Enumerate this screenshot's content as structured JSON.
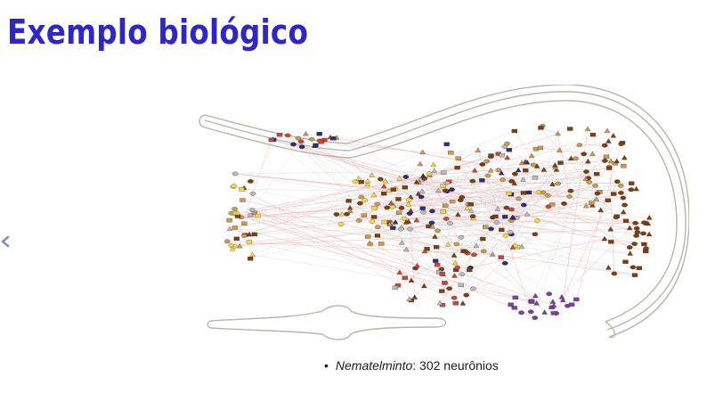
{
  "slide": {
    "title": "Exemplo biológico",
    "caption": {
      "bullet": "•",
      "term": "Nematelminto",
      "rest": ": 302 neurônios"
    }
  },
  "colors": {
    "title": "#2e26c8",
    "nav_arrow": "#8c8fae",
    "worm_outline": "#b8b3ad",
    "node_brown": "#7b3f16",
    "node_tan": "#c99a55",
    "node_yellow": "#f0d84a",
    "node_navy": "#2b2f7a",
    "node_red": "#c8463c",
    "node_purple": "#7c3fa6",
    "node_gray": "#b9b9c4",
    "edge_red": "#e37b7b",
    "edge_gray": "#c8c8c8"
  },
  "icons": {
    "prev": "chevron-left-icon"
  }
}
